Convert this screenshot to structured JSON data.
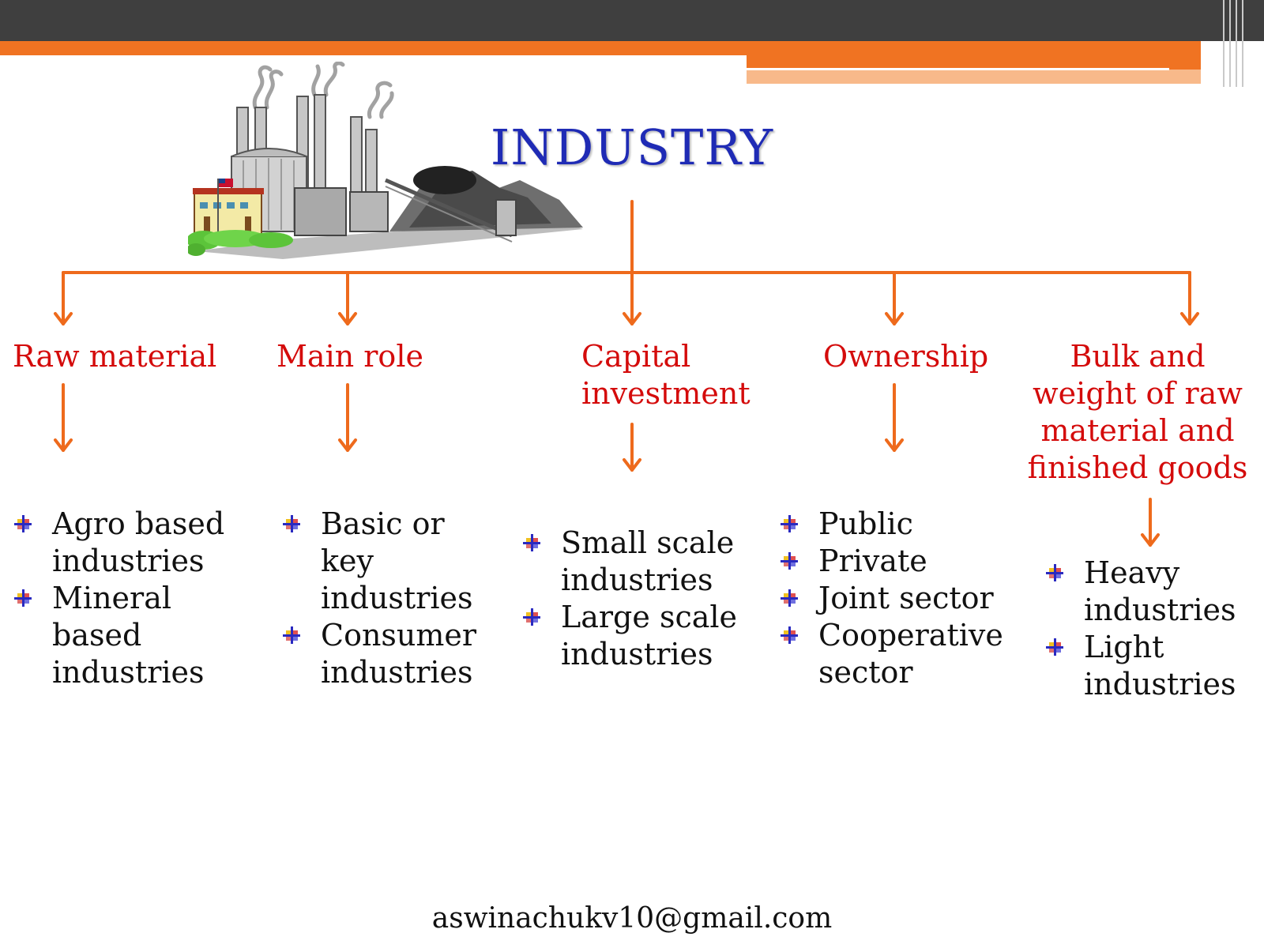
{
  "title": "INDUSTRY",
  "colors": {
    "title": "#1f2bb5",
    "category": "#d40b0b",
    "connector": "#ee6a1c",
    "top_bar": "#3f3f3f",
    "accent_band": "#f07322"
  },
  "illustration": {
    "icon": "factory-icon"
  },
  "branches": [
    {
      "category": "Raw material",
      "items": [
        "Agro based industries",
        "Mineral based industries"
      ]
    },
    {
      "category": "Main role",
      "items": [
        "Basic or key industries",
        "Consumer industries"
      ]
    },
    {
      "category": "Capital investment",
      "items": [
        "Small scale industries",
        "Large scale industries"
      ]
    },
    {
      "category": "Ownership",
      "items": [
        "Public",
        "Private",
        "Joint sector",
        "Cooperative sector"
      ]
    },
    {
      "category": "Bulk and weight of raw material and finished goods",
      "items": [
        "Heavy industries",
        "Light industries"
      ]
    }
  ],
  "footer": "aswinachukv10@gmail.com"
}
